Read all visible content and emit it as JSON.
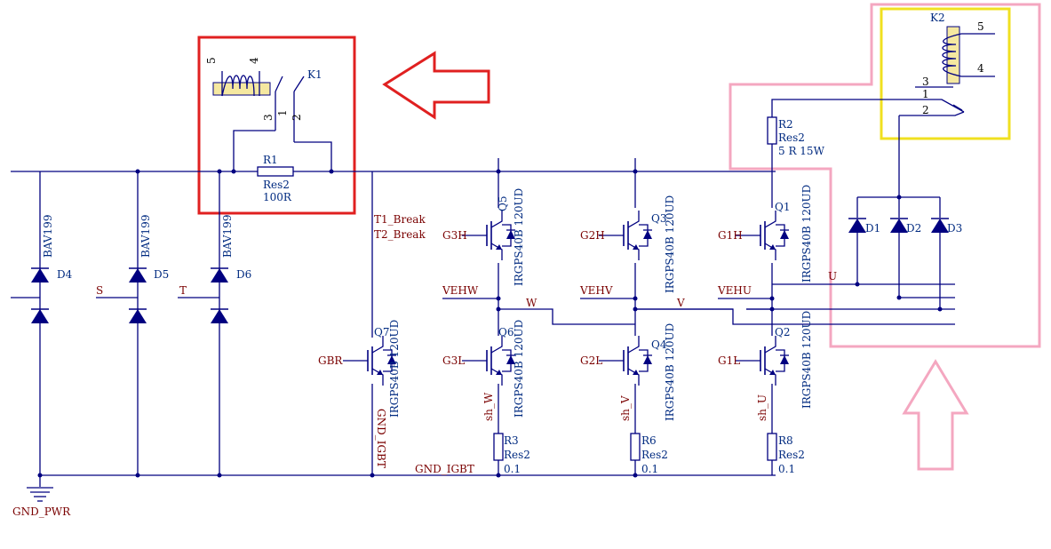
{
  "colors": {
    "wire": "#000080",
    "text_ref": "#002a80",
    "text_net": "#7a0000",
    "highlight_red": "#e02020",
    "highlight_pink": "#f4a7c0",
    "highlight_yellow": "#f0e020",
    "coil_fill": "#f5e8a0"
  },
  "relay_k1": {
    "ref": "K1",
    "pin5": "5",
    "pin4": "4",
    "pin3": "3",
    "pin1": "1",
    "pin2": "2"
  },
  "relay_k2": {
    "ref": "K2",
    "pin5": "5",
    "pin4": "4",
    "pin3": "3",
    "pin1": "1",
    "pin2": "2"
  },
  "r1": {
    "ref": "R1",
    "type": "Res2",
    "value": "100R"
  },
  "r2": {
    "ref": "R2",
    "type": "Res2",
    "value": "5 R 15W"
  },
  "r3": {
    "ref": "R3",
    "type": "Res2",
    "value": "0.1"
  },
  "r6": {
    "ref": "R6",
    "type": "Res2",
    "value": "0.1"
  },
  "r8": {
    "ref": "R8",
    "type": "Res2",
    "value": "0.1"
  },
  "diodes_left": [
    {
      "ref": "D4",
      "part": "BAV199"
    },
    {
      "ref": "D5",
      "part": "BAV199"
    },
    {
      "ref": "D6",
      "part": "BAV199"
    }
  ],
  "diodes_right": [
    "D1",
    "D2",
    "D3"
  ],
  "inputs": {
    "s": "S",
    "t": "T"
  },
  "transistors": {
    "part": "IRGPS40B 120UD",
    "q5": "Q5",
    "q3": "Q3",
    "q1": "Q1",
    "q6": "Q6",
    "q4": "Q4",
    "q2": "Q2",
    "q7": "Q7"
  },
  "gates": {
    "g3h": "G3H",
    "g2h": "G2H",
    "g1h": "G1H",
    "g3l": "G3L",
    "g2l": "G2L",
    "g1l": "G1L",
    "gbr": "GBR"
  },
  "emitter_nets": {
    "vehw": "VEHW",
    "vehv": "VEHV",
    "vehu": "VEHU"
  },
  "phase_nets": {
    "w": "W",
    "v": "V",
    "u": "U"
  },
  "shunt_nets": {
    "sh_w": "sh_W",
    "sh_v": "sh_V",
    "sh_u": "sh_U"
  },
  "break_net_1": "T1_Break",
  "break_net_2": "T2_Break",
  "gnd_igbt": "GND_IGBT",
  "gnd_igbt_vertical": "GND_IGBT",
  "gnd_pwr": "GND_PWR"
}
